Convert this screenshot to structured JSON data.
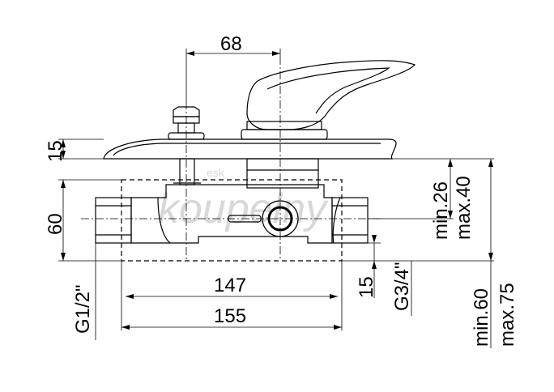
{
  "drawing": {
    "watermark": {
      "top": "esk",
      "main": "koupelny"
    },
    "dimensions": {
      "top_width": "68",
      "plate_thickness": "15",
      "body_height": "60",
      "inner_width": "147",
      "outer_width": "155",
      "inlet_thread": "G1/2\"",
      "depth_min": "min.26",
      "depth_max": "max.40",
      "rear_offset": "15",
      "outlet_thread": "G3/4\"",
      "total_min": "min.60",
      "total_max": "max.75"
    }
  }
}
